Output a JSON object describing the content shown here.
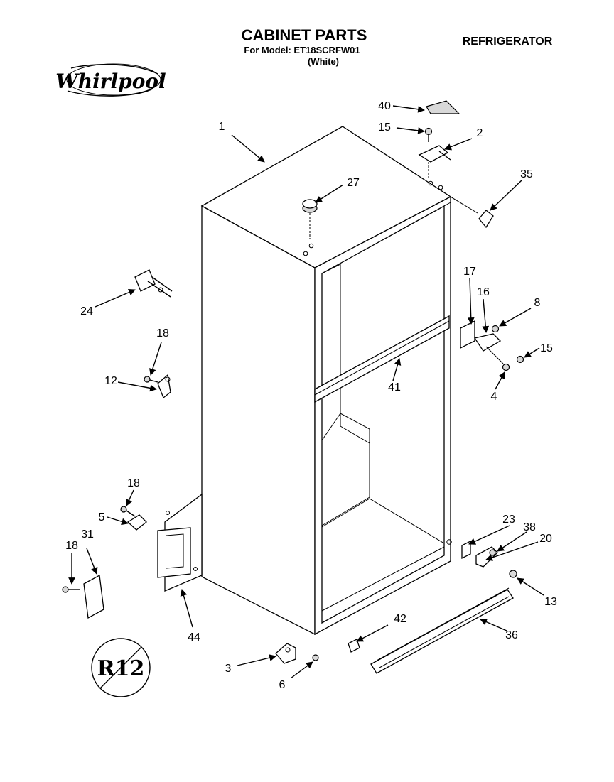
{
  "header": {
    "title": "CABINET PARTS",
    "model_line": "For Model: ET18SCRFW01",
    "color_line": "(White)",
    "product": "REFRIGERATOR"
  },
  "brand": {
    "logo_text": "Whirlpool",
    "badge_text": "R12"
  },
  "callouts": [
    {
      "id": "c1",
      "text": "1"
    },
    {
      "id": "c2",
      "text": "2"
    },
    {
      "id": "c3",
      "text": "3"
    },
    {
      "id": "c4",
      "text": "4"
    },
    {
      "id": "c5",
      "text": "5"
    },
    {
      "id": "c6",
      "text": "6"
    },
    {
      "id": "c8",
      "text": "8"
    },
    {
      "id": "c12",
      "text": "12"
    },
    {
      "id": "c13",
      "text": "13"
    },
    {
      "id": "c15a",
      "text": "15"
    },
    {
      "id": "c15b",
      "text": "15"
    },
    {
      "id": "c16",
      "text": "16"
    },
    {
      "id": "c17",
      "text": "17"
    },
    {
      "id": "c18a",
      "text": "18"
    },
    {
      "id": "c18b",
      "text": "18"
    },
    {
      "id": "c18c",
      "text": "18"
    },
    {
      "id": "c20",
      "text": "20"
    },
    {
      "id": "c23",
      "text": "23"
    },
    {
      "id": "c24",
      "text": "24"
    },
    {
      "id": "c27",
      "text": "27"
    },
    {
      "id": "c31",
      "text": "31"
    },
    {
      "id": "c35",
      "text": "35"
    },
    {
      "id": "c36",
      "text": "36"
    },
    {
      "id": "c38",
      "text": "38"
    },
    {
      "id": "c40",
      "text": "40"
    },
    {
      "id": "c41",
      "text": "41"
    },
    {
      "id": "c42",
      "text": "42"
    },
    {
      "id": "c44",
      "text": "44"
    }
  ]
}
